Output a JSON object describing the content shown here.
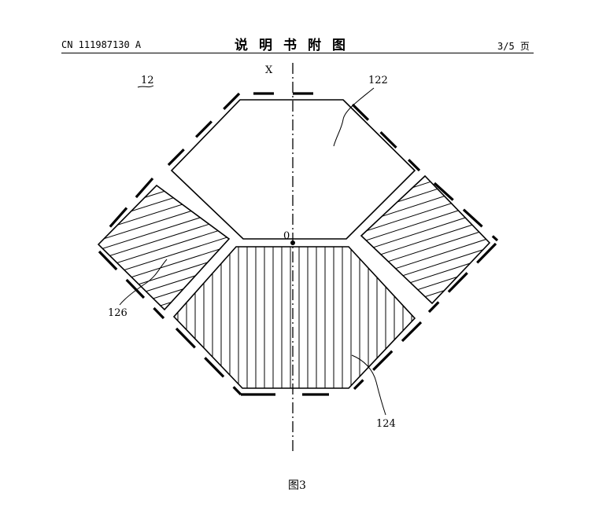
{
  "header": {
    "publication_number": "CN 111987130 A",
    "title": "说明书附图",
    "page": "3/5 页"
  },
  "figure": {
    "axis_label": "X",
    "origin_label": "0",
    "labels": {
      "assembly": "12",
      "hexagon": "122",
      "lower_trapezoid": "124",
      "left_parallelogram": "126"
    },
    "caption": "图3"
  }
}
